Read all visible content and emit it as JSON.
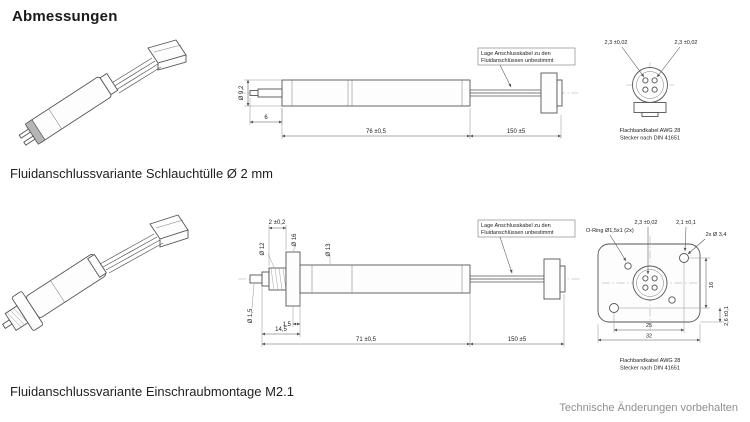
{
  "page": {
    "title": "Abmessungen",
    "footer": "Technische Änderungen vorbehalten"
  },
  "captions": {
    "top": "Fluidanschlussvariante Schlauchtülle Ø 2 mm",
    "bottom": "Fluidanschlussvariante Einschraubmontage M2.1"
  },
  "annotation": {
    "line1": "Lage Anschlusskabel zu den",
    "line2": "Fluidanschlüssen unbestimmt"
  },
  "connector_note": {
    "line1": "Flachbandkabel AWG 28",
    "line2": "Stecker nach DIN 41651"
  },
  "top_view": {
    "dims": {
      "body_dia": "Ø 9,2",
      "nozzle_len": "6",
      "body_len": "76 ±0,5",
      "cable_len": "150 ±5",
      "pin_pitch_left": "2,3 ±0,02",
      "pin_pitch_right": "2,3 ±0,02"
    }
  },
  "bottom_view": {
    "dims": {
      "oring_groove": "2 ±0,2",
      "thread_dia": "Ø 12",
      "flange_dia": "Ø 16",
      "body_dia": "Ø 13",
      "nozzle_dia": "Ø 1,5",
      "flange_thick": "1,5",
      "front_len": "14,5",
      "body_len": "71 ±0,5",
      "cable_len": "150 ±5",
      "oring_label": "O-Ring Ø1,5x1 (2x)",
      "pin_pitch": "2,3 ±0,02",
      "pin_pitch2": "2,1 ±0,1",
      "hole_label": "2x Ø 3,4",
      "hole_spacing_v": "16",
      "edge_dist": "2,6 ±0,1",
      "hole_spacing_h": "25",
      "plate_width": "32"
    }
  }
}
